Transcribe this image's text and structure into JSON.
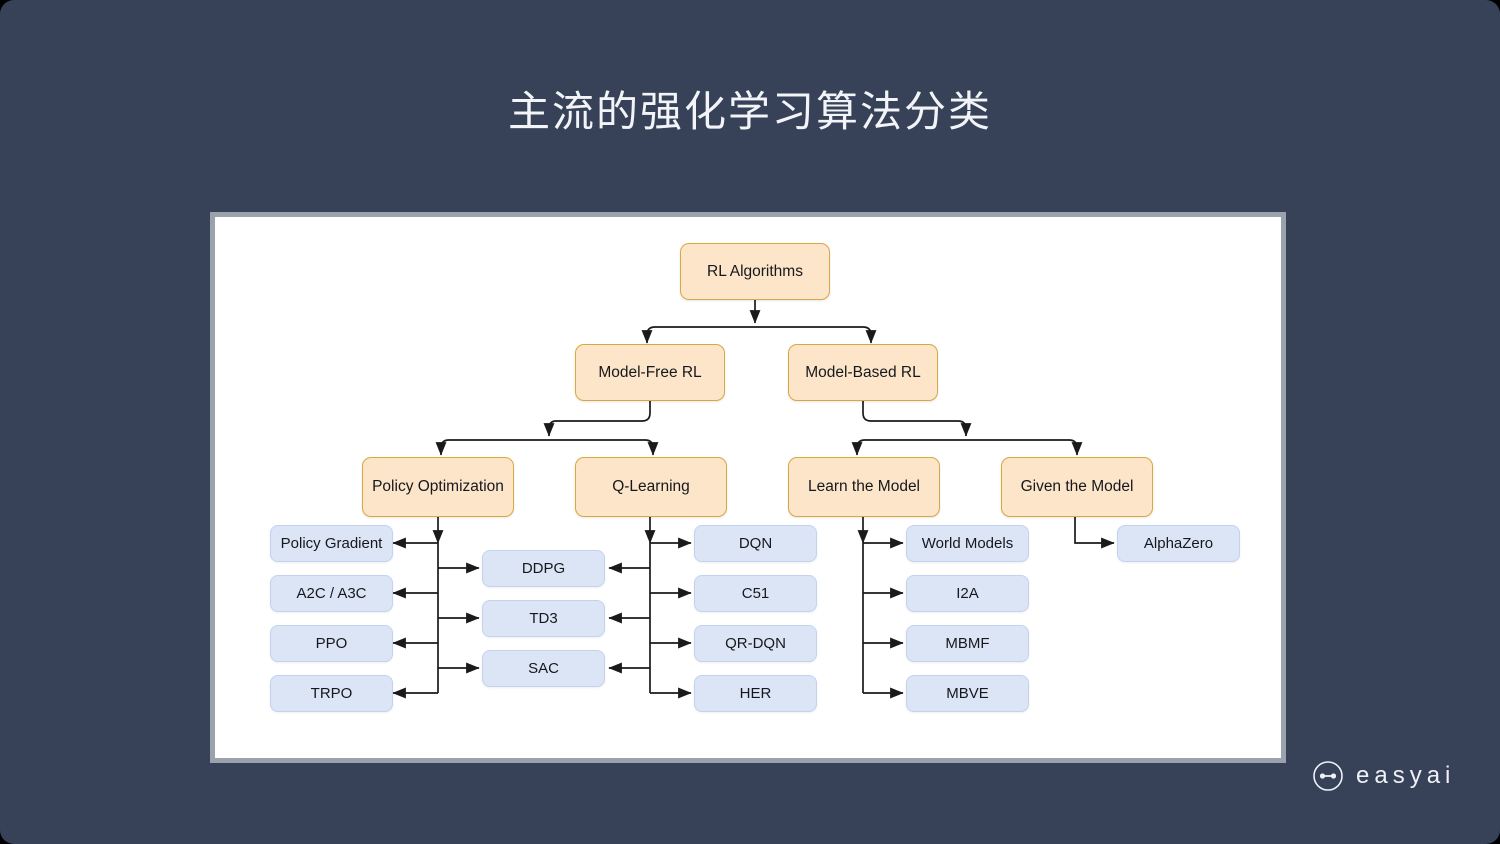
{
  "slide": {
    "title": "主流的强化学习算法分类",
    "background_color": "#374259",
    "panel_background": "#ffffff",
    "panel_border_color": "#9aa2ac"
  },
  "logo": {
    "wordmark": "easyai",
    "icon": "easyai-dumbbell-circle-icon"
  },
  "palette": {
    "category_fill": "#fce5c8",
    "category_border": "#d9a843",
    "leaf_fill": "#dbe5f6",
    "leaf_border": "#c3d3ee",
    "connector": "#1a1a1a"
  },
  "diagram": {
    "type": "tree",
    "root": {
      "label": "RL Algorithms",
      "kind": "category"
    },
    "level2": [
      {
        "label": "Model-Free RL",
        "kind": "category"
      },
      {
        "label": "Model-Based RL",
        "kind": "category"
      }
    ],
    "level3": [
      {
        "label": "Policy Optimization",
        "kind": "category",
        "parent": "Model-Free RL"
      },
      {
        "label": "Q-Learning",
        "kind": "category",
        "parent": "Model-Free RL"
      },
      {
        "label": "Learn the Model",
        "kind": "category",
        "parent": "Model-Based RL"
      },
      {
        "label": "Given the Model",
        "kind": "category",
        "parent": "Model-Based RL"
      }
    ],
    "leaves": {
      "policy_optimization": [
        "Policy Gradient",
        "A2C / A3C",
        "PPO",
        "TRPO"
      ],
      "shared_policy_q": [
        "DDPG",
        "TD3",
        "SAC"
      ],
      "q_learning": [
        "DQN",
        "C51",
        "QR-DQN",
        "HER"
      ],
      "learn_the_model": [
        "World Models",
        "I2A",
        "MBMF",
        "MBVE"
      ],
      "given_the_model": [
        "AlphaZero"
      ]
    }
  }
}
